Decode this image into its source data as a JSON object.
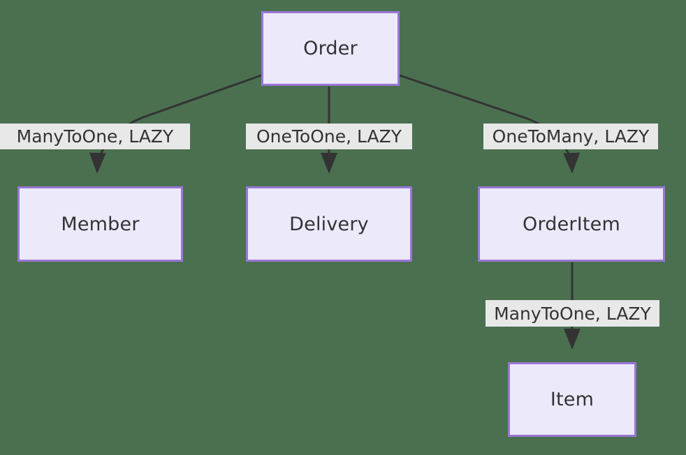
{
  "diagram": {
    "type": "entity-relationship-graph",
    "background_color": "#4a7050",
    "node_fill_color": "#ece9fb",
    "node_border_color": "#9a77d6",
    "edge_color": "#333333",
    "label_background_color": "#e8e8e8",
    "text_color": "#333333",
    "nodes": [
      {
        "id": "order",
        "label": "Order"
      },
      {
        "id": "member",
        "label": "Member"
      },
      {
        "id": "delivery",
        "label": "Delivery"
      },
      {
        "id": "orderitem",
        "label": "OrderItem"
      },
      {
        "id": "item",
        "label": "Item"
      }
    ],
    "edges": [
      {
        "from": "order",
        "to": "member",
        "label": "ManyToOne, LAZY"
      },
      {
        "from": "order",
        "to": "delivery",
        "label": "OneToOne, LAZY"
      },
      {
        "from": "order",
        "to": "orderitem",
        "label": "OneToMany, LAZY"
      },
      {
        "from": "orderitem",
        "to": "item",
        "label": "ManyToOne, LAZY"
      }
    ]
  }
}
